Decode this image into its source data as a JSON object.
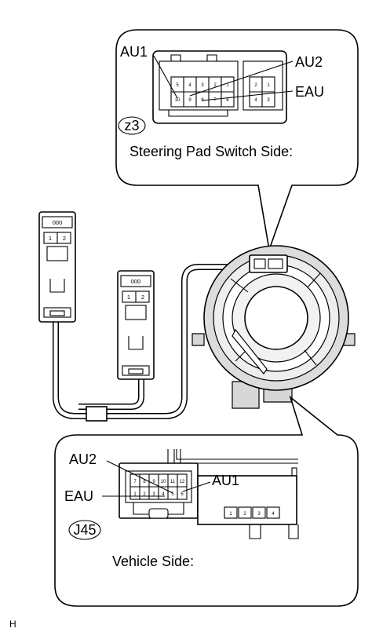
{
  "upper_callout": {
    "connector_code": "z3",
    "side_label": "Steering Pad Switch Side:",
    "terminal_labels": {
      "au1": "AU1",
      "au2": "AU2",
      "eau": "EAU"
    },
    "pins_top_main": [
      "5",
      "4",
      "3",
      "2",
      "1"
    ],
    "pins_bottom_main": [
      "10",
      "9",
      "8",
      "7",
      "6"
    ],
    "pins_top_small": [
      "2",
      "1"
    ],
    "pins_bottom_small": [
      "4",
      "3"
    ]
  },
  "lower_callout": {
    "connector_code": "J45",
    "side_label": "Vehicle Side:",
    "terminal_labels": {
      "au2": "AU2",
      "au1": "AU1",
      "eau": "EAU"
    },
    "pins_top": [
      "7",
      "8",
      "9",
      "10",
      "11",
      "12"
    ],
    "pins_bottom": [
      "1",
      "2",
      "3",
      "4",
      "5",
      "6"
    ],
    "pins_side": [
      "1",
      "2",
      "3",
      "4"
    ]
  },
  "harness": {
    "left_connector_pins_top": [
      "0",
      "0",
      "0"
    ],
    "left_connector_pins_mid": [
      "1",
      "2"
    ],
    "mid_connector_pins_top": [
      "0",
      "0",
      "0"
    ],
    "mid_connector_pins_mid": [
      "1",
      "2"
    ]
  },
  "footer_mark": "H"
}
